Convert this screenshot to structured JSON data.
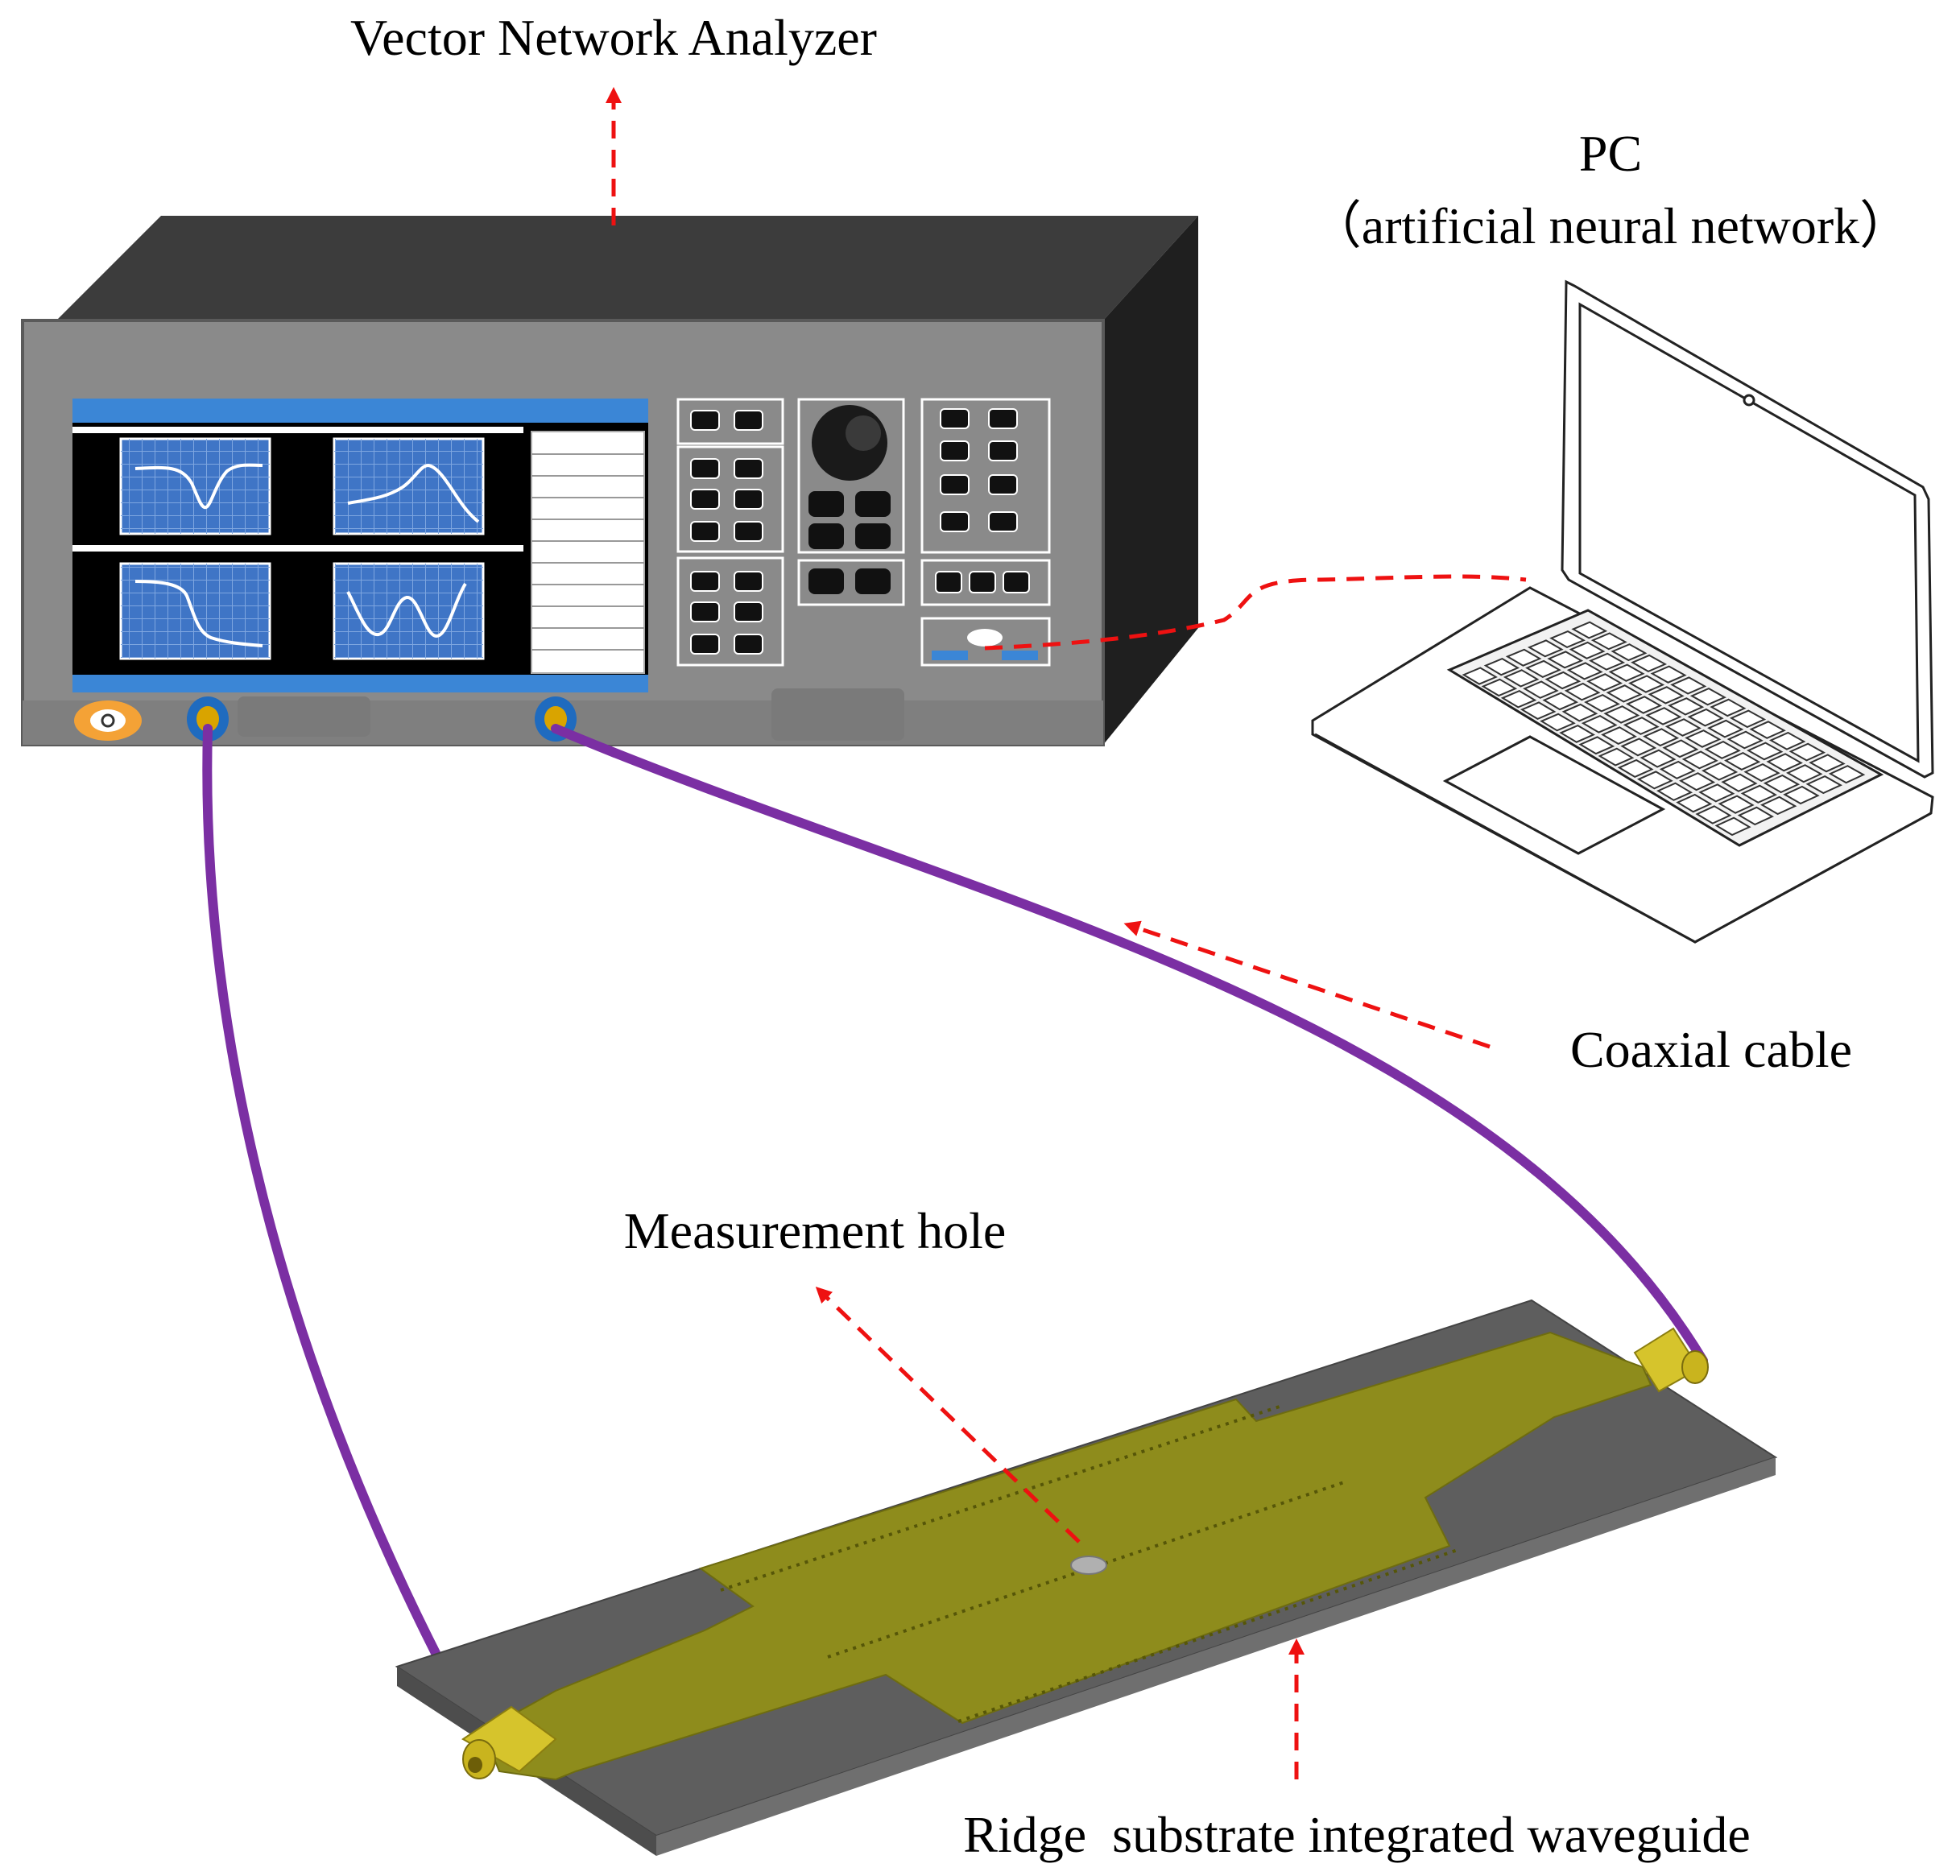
{
  "labels": {
    "vna": "Vector Network Analyzer",
    "pc_title": "PC",
    "pc_subtitle": "（artificial neural network）",
    "coax": "Coaxial cable",
    "hole": "Measurement hole",
    "waveguide": "Ridge  substrate integrated waveguide"
  },
  "colors": {
    "cable": "#7b2fa3",
    "arrow": "#ee1111",
    "substrate": "#5e5e5e",
    "copper": "#8e8c1c",
    "vna_body": "#8a8a8a",
    "vna_dark": "#3a3a3a",
    "screen_bg": "#000000",
    "screen_plot": "#3f75c6",
    "screen_bar": "#3b86d6"
  },
  "icons": {
    "power": "power-icon",
    "usb": "usb-icon",
    "knob": "rotary-knob-icon"
  }
}
